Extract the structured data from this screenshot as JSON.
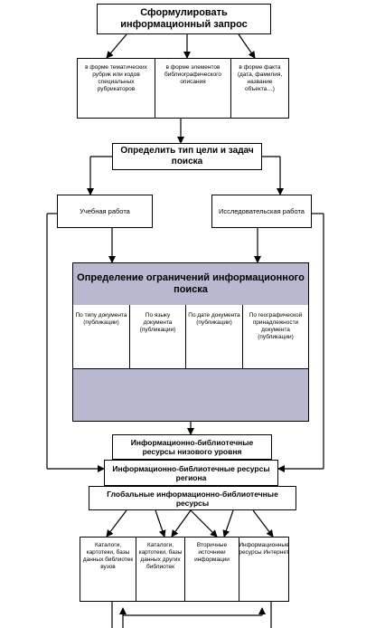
{
  "nodes": {
    "formulate": "Сформулировать информационный запрос",
    "forms": [
      "в форме тематических рубрик или кодов специальных рубрикаторов",
      "в форме элементов библиографического описания",
      "в форме факта (дата, фамилия, название объекта…)"
    ],
    "goal": "Определить тип цели и задач поиска",
    "study": "Учебная работа",
    "research": "Исследовательская работа",
    "limits_title": "Определение ограничений информационного поиска",
    "limits": [
      "По типу документа (публикации)",
      "По языку документа (публикации)",
      "По дате документа (публикации)",
      "По географической принадлежности документа (публикации)"
    ],
    "res_low": "Информационно-библиотечные ресурсы низового уровня",
    "res_region": "Информационно-библиотечные ресурсы региона",
    "res_global": "Глобальные информационно-библиотечные ресурсы",
    "sources": [
      "Каталоги, картотеки, базы данных библиотек вузов",
      "Каталоги, картотеки, базы данных других библиотек",
      "Вторичные источники информации",
      "Информационные ресурсы Интернет"
    ]
  }
}
